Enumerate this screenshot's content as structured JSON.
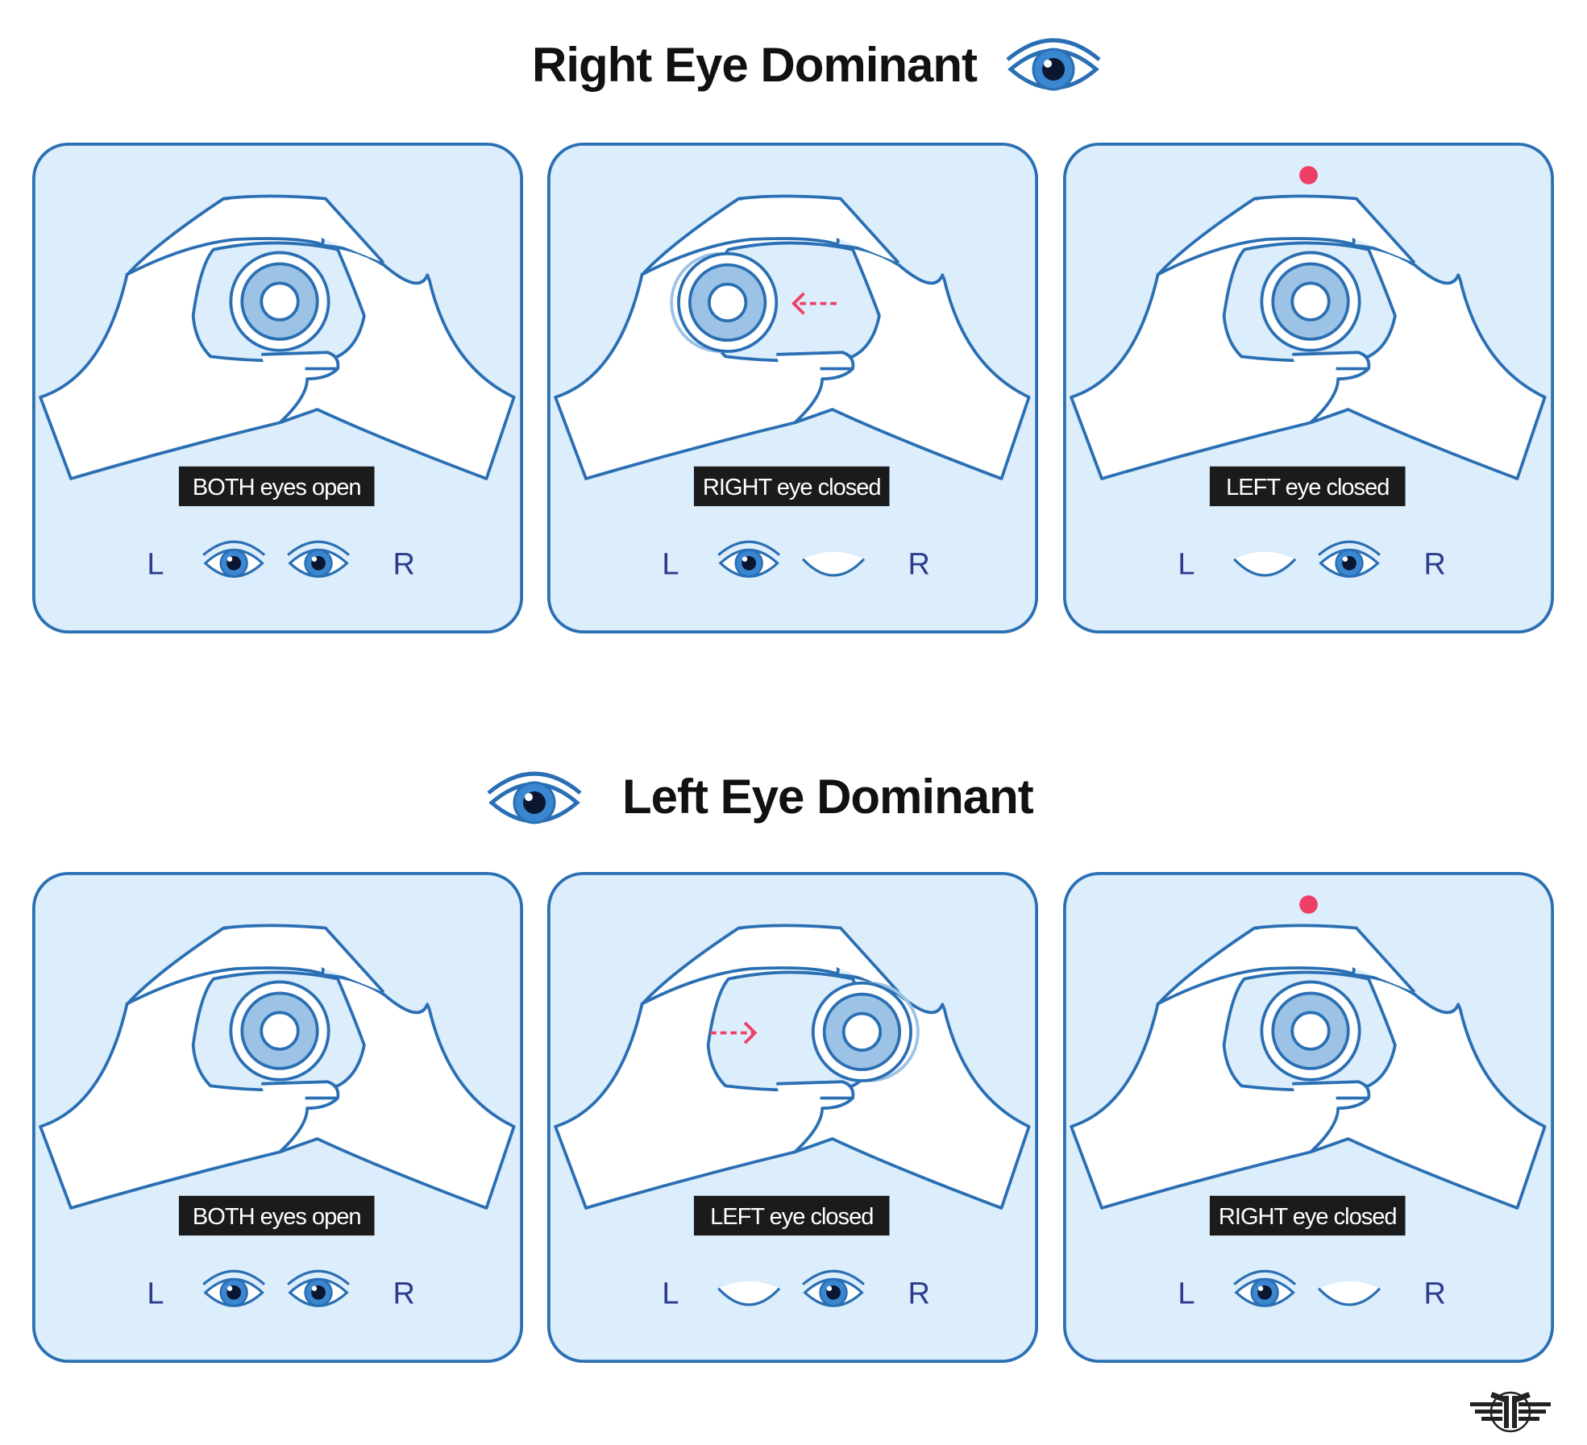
{
  "sections": [
    {
      "title": "Right Eye Dominant",
      "panels": [
        {
          "label": "BOTH eyes open",
          "left_letter": "L",
          "right_letter": "R",
          "left_eye": "open",
          "right_eye": "open",
          "shift": "none",
          "target_dot": false
        },
        {
          "label": "RIGHT eye closed",
          "left_letter": "L",
          "right_letter": "R",
          "left_eye": "open",
          "right_eye": "closed",
          "shift": "left",
          "target_dot": false
        },
        {
          "label": "LEFT eye closed",
          "left_letter": "L",
          "right_letter": "R",
          "left_eye": "closed",
          "right_eye": "open",
          "shift": "none",
          "target_dot": true
        }
      ]
    },
    {
      "title": "Left Eye Dominant",
      "panels": [
        {
          "label": "BOTH eyes open",
          "left_letter": "L",
          "right_letter": "R",
          "left_eye": "open",
          "right_eye": "open",
          "shift": "none",
          "target_dot": false
        },
        {
          "label": "LEFT eye closed",
          "left_letter": "L",
          "right_letter": "R",
          "left_eye": "closed",
          "right_eye": "open",
          "shift": "right",
          "target_dot": false
        },
        {
          "label": "RIGHT eye closed",
          "left_letter": "L",
          "right_letter": "R",
          "left_eye": "open",
          "right_eye": "closed",
          "shift": "none",
          "target_dot": true
        }
      ]
    }
  ],
  "colors": {
    "panel_bg": "#dcedfb",
    "stroke": "#2a6fb3",
    "ring": "#9cc3e6",
    "label_bg": "#1b1b1b",
    "letters": "#2e3a8c",
    "accent": "#ee3f68"
  }
}
